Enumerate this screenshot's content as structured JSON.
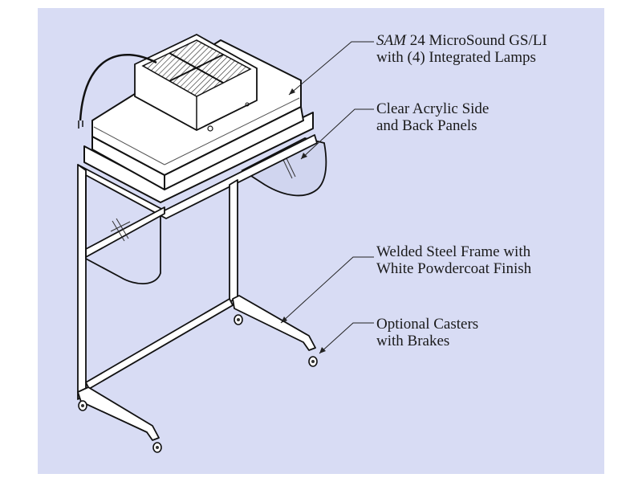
{
  "diagram": {
    "subject": "Laminar flow workstation with fan filter unit on steel frame",
    "background_color": "#d8dcf4",
    "callouts": [
      {
        "id": "fan-filter-unit",
        "line1_italic": "SAM",
        "line1_rest": " 24 MicroSound GS/LI",
        "line2": "with (4) Integrated Lamps"
      },
      {
        "id": "acrylic-panels",
        "line1": "Clear Acrylic Side",
        "line2": "and Back Panels"
      },
      {
        "id": "steel-frame",
        "line1": "Welded Steel Frame with",
        "line2": "White Powdercoat Finish"
      },
      {
        "id": "casters",
        "line1": "Optional Casters",
        "line2": "with Brakes"
      }
    ]
  }
}
